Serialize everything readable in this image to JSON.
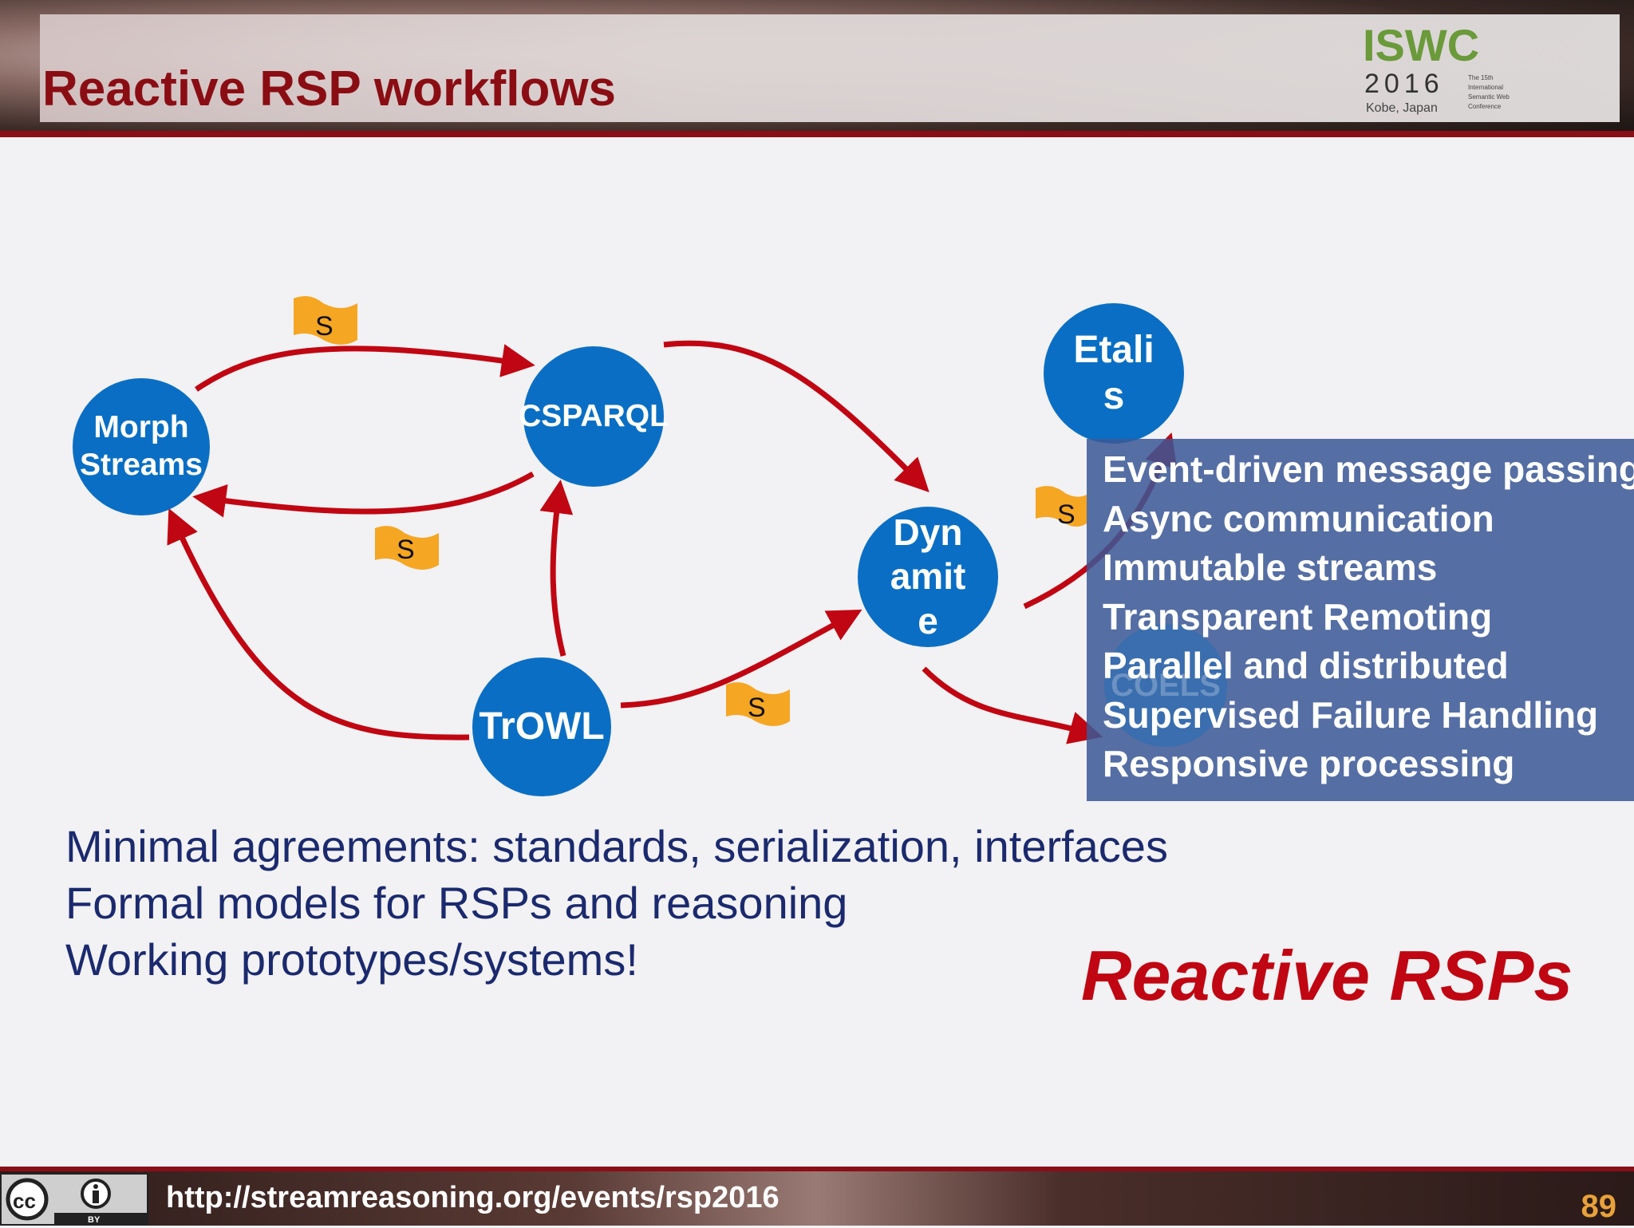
{
  "header": {
    "title": "Reactive RSP workflows"
  },
  "logo": {
    "letters": "ISWC",
    "year": "2016",
    "location": "Kobe, Japan",
    "subtitle_lines": [
      "The 15th",
      "International",
      "Semantic Web",
      "Conference"
    ]
  },
  "diagram": {
    "nodes": {
      "morph": "Morph\nStreams",
      "csparql": "CSPARQL",
      "trowl": "TrOWL",
      "dynamite": "Dyn\namit\ne",
      "etalis": "Etali\ns"
    },
    "stream_flag_label": "S",
    "hidden_node_label": "COELS"
  },
  "overlay": {
    "items": [
      "Event-driven message passing",
      "Async communication",
      "Immutable streams",
      "Transparent Remoting",
      "Parallel and distributed",
      "Supervised Failure Handling",
      "Responsive processing"
    ]
  },
  "body": {
    "lines": [
      "Minimal agreements: standards, serialization, interfaces",
      "Formal models for RSPs and reasoning",
      "Working prototypes/systems!"
    ],
    "emphasis": "Reactive RSPs"
  },
  "footer": {
    "url": "http://streamreasoning.org/events/rsp2016",
    "page": "89",
    "license": "BY"
  },
  "colors": {
    "title": "#8b0d14",
    "node": "#0a6fc4",
    "arrow": "#c00612",
    "flag": "#f5a623",
    "overlay": "#3b5896",
    "body_text": "#1b2a6e"
  }
}
